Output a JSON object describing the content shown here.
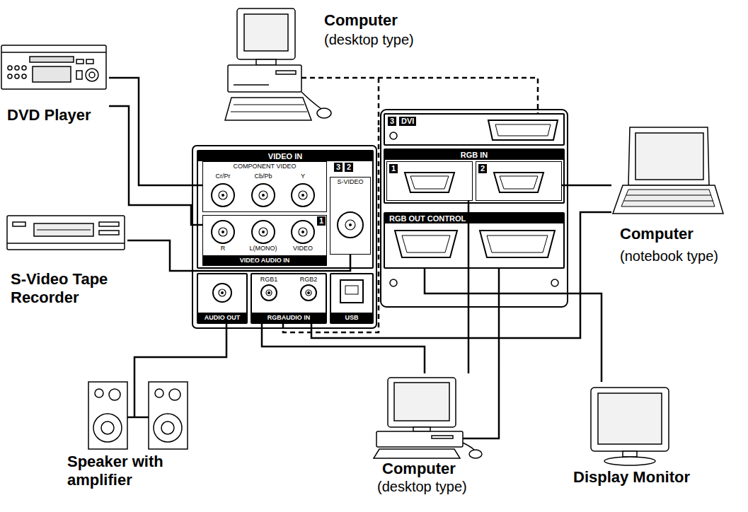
{
  "diagram": {
    "nodes": [
      {
        "text": [
          "DVD Player"
        ]
      },
      {
        "text": [
          "Computer",
          "(desktop type)"
        ]
      },
      {
        "text": [
          "S-Video Tape Recorder"
        ]
      },
      {
        "text": [
          "Computer",
          "(notebook type)"
        ]
      },
      {
        "text": [
          "Speaker with amplifier"
        ]
      },
      {
        "text": [
          "Computer",
          "(desktop type)"
        ]
      },
      {
        "text": [
          "Display Monitor"
        ]
      },
      {
        "text": [
          "VIDEO IN"
        ]
      },
      {
        "text": [
          "COMPONENT VIDEO"
        ],
        "in": 7
      },
      {
        "text": [
          "S-VIDEO"
        ],
        "in": 7
      },
      {
        "text": [
          "VIDEO AUDIO IN"
        ],
        "in": 7
      },
      {
        "text": [
          "AUDIO OUT"
        ]
      },
      {
        "text": [
          "RGBAUDIO IN"
        ]
      },
      {
        "text": [
          "USB"
        ]
      },
      {
        "text": [
          "3",
          "DVI"
        ]
      },
      {
        "text": [
          "RGB IN"
        ]
      },
      {
        "text": [
          "1"
        ],
        "in": 15
      },
      {
        "text": [
          "2"
        ],
        "in": 15
      },
      {
        "text": [
          "RGB OUT CONTROL"
        ]
      }
    ],
    "edges": [
      {
        "from": 0,
        "to": 8,
        "arrow": "none"
      },
      {
        "from": 0,
        "to": 10,
        "arrow": "none"
      },
      {
        "from": 2,
        "to": 9,
        "arrow": "none"
      },
      {
        "from": 1,
        "to": 14,
        "arrow": "none"
      },
      {
        "from": 1,
        "to": 12,
        "arrow": "none"
      },
      {
        "from": 3,
        "to": 17,
        "arrow": "none"
      },
      {
        "from": 3,
        "to": 12,
        "arrow": "none"
      },
      {
        "from": 5,
        "to": 16,
        "arrow": "none"
      },
      {
        "from": 5,
        "to": 12,
        "arrow": "none"
      },
      {
        "from": 5,
        "to": 18,
        "arrow": "none"
      },
      {
        "from": 6,
        "to": 18,
        "arrow": "none"
      },
      {
        "from": 4,
        "to": 11,
        "arrow": "none"
      }
    ],
    "labels": [
      "3",
      "2",
      "Cr/Pr",
      "Cb/Pb",
      "Y",
      "R",
      "L(MONO)",
      "VIDEO",
      "1",
      "RGB1",
      "RGB2"
    ]
  }
}
